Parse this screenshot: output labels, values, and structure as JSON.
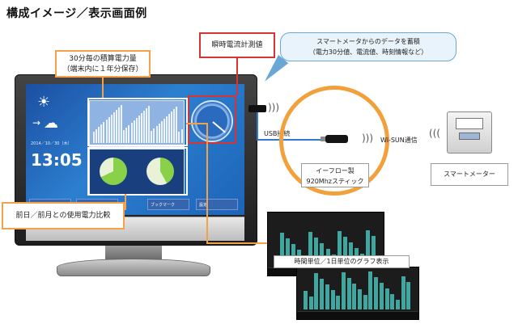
{
  "title": "構成イメージ／表示画面例",
  "callouts": {
    "interval_energy_line1": "30分毎の積算電力量",
    "interval_energy_line2": "（端末内に１年分保存）",
    "instant_current": "瞬時電流計測値",
    "comparison": "前日／前月との使用電力比較",
    "graph_display": "時間単位／1日単位のグラフ表示"
  },
  "speech_bubble": {
    "line1": "スマートメータからのデータを蓄積",
    "line2": "（電力30分値、電流値、時刻情報など）"
  },
  "connections": {
    "usb": "USB接続",
    "wisun": "Wi-SUN通信"
  },
  "devices": {
    "stick_line1": "イーフロー製",
    "stick_line2": "920Mhzスティック",
    "smart_meter": "スマートメーター"
  },
  "screen": {
    "date": "2014／10／30（木）",
    "time": "13:05",
    "tiles": [
      "ブックマーク",
      "設定"
    ]
  },
  "colors": {
    "callout_border": "#f4a24a",
    "highlight_red": "#d93434",
    "link_blue": "#2f7ad0",
    "screen_blue": "#1c4fa2"
  }
}
